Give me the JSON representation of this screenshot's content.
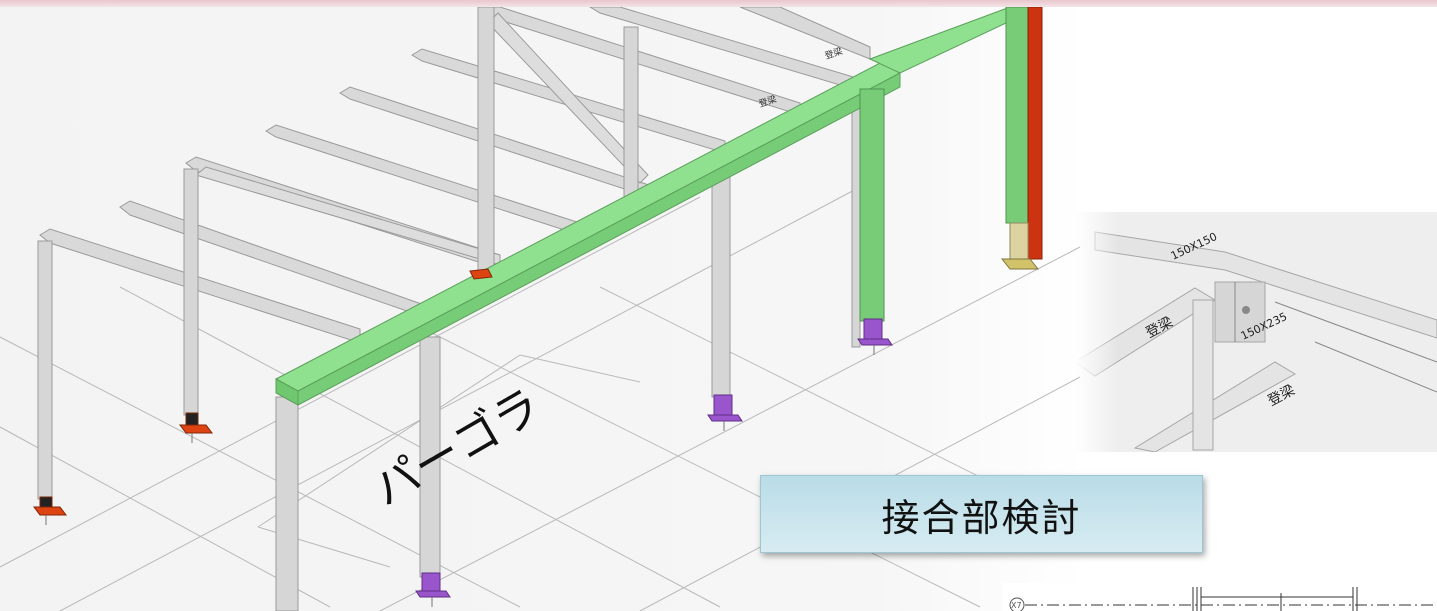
{
  "slide": {
    "title_label": "接合部検討"
  },
  "main_view": {
    "area_label": "パーゴラ",
    "beam_tags": [
      "登梁",
      "登梁"
    ]
  },
  "detail_view": {
    "member_labels": [
      "150X150",
      "150X235",
      "登梁",
      "登梁"
    ]
  },
  "plan_view": {
    "grid_label": "X7"
  },
  "colors": {
    "green_beam": "#77cc77",
    "red_column": "#cc3311",
    "purple_base": "#9955cc",
    "gray_member": "#d8d8d8",
    "title_box": "#c6e4ec"
  }
}
